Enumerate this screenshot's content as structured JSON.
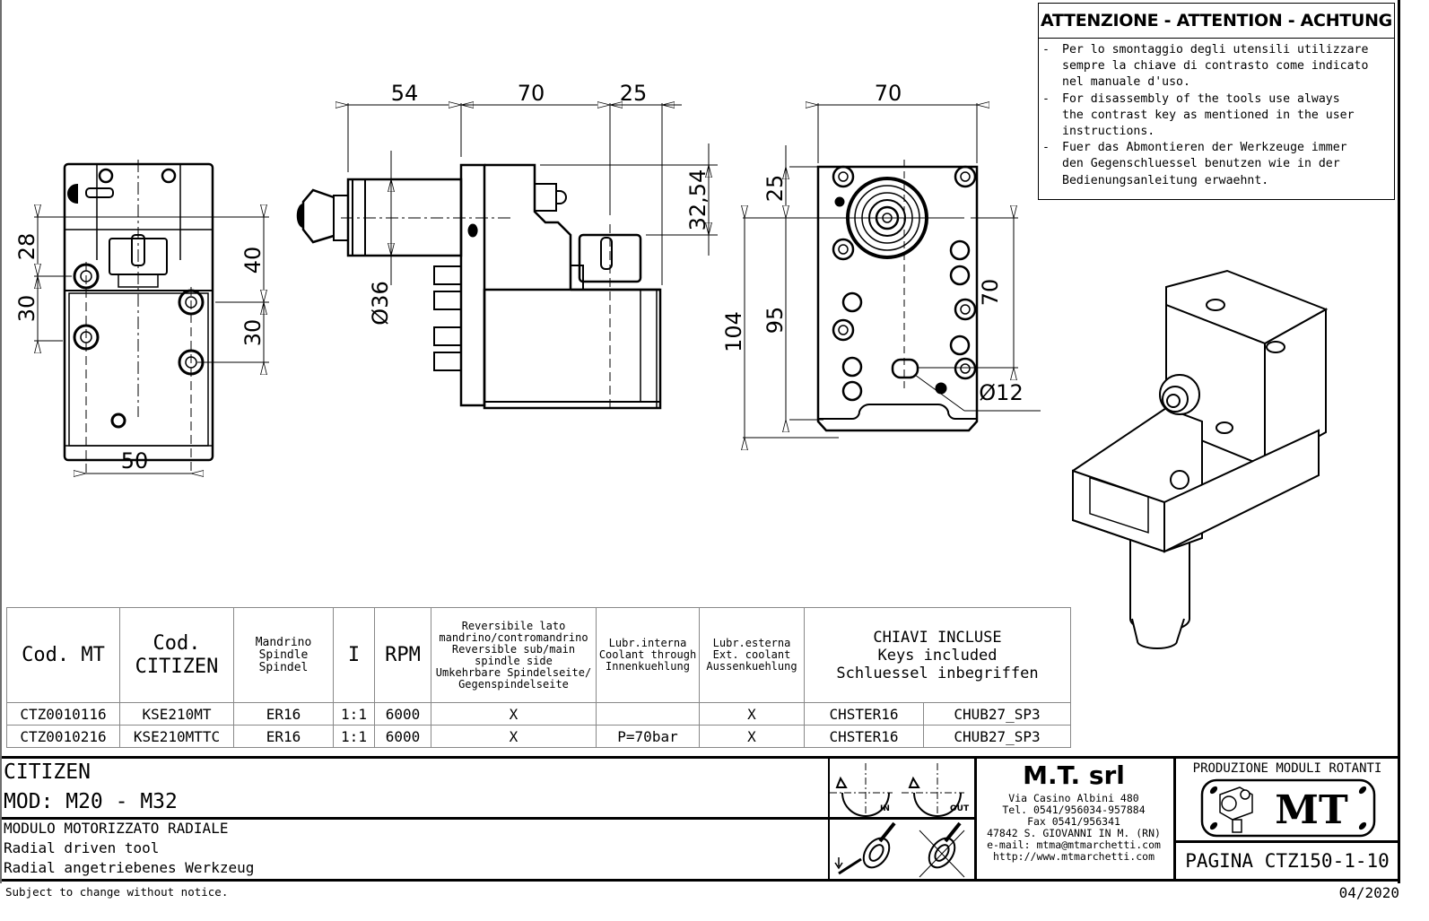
{
  "attention": {
    "title": "ATTENZIONE - ATTENTION - ACHTUNG",
    "items": [
      [
        "- ",
        "Per lo smontaggio degli utensili utilizzare sempre la chiave di contrasto come indicato nel manuale d'uso."
      ],
      [
        "- ",
        "For disassembly of the tools use always the contrast key as mentioned in the user instructions."
      ],
      [
        "- ",
        "Fuer das Abmontieren der Werkzeuge immer den Gegenschluessel benutzen wie in der Bedienungsanleitung erwaehnt."
      ]
    ],
    "lines": [
      "Per lo smontaggio degli utensili utilizzare",
      "sempre la chiave di contrasto come indicato",
      "nel manuale d'uso.",
      "For disassembly of the tools use always",
      "the contrast key as mentioned in the user",
      "instructions.",
      "Fuer das Abmontieren der Werkzeuge immer",
      "den Gegenschluessel benutzen wie in der",
      "Bedienungsanleitung erwaehnt."
    ]
  },
  "dimensions": {
    "front_view": {
      "d28": "28",
      "d30_left": "30",
      "d40": "40",
      "d30_right": "30",
      "d50": "50"
    },
    "side_view": {
      "d54": "54",
      "d70": "70",
      "d25": "25",
      "d32_54": "32,54",
      "d36": "Ø36"
    },
    "rear_view": {
      "d70_top": "70",
      "d25": "25",
      "d104": "104",
      "d95": "95",
      "d70_right": "70",
      "d12": "Ø12"
    }
  },
  "table": {
    "headers": {
      "cod_mt": "Cod. MT",
      "cod_citizen": [
        "Cod.",
        "CITIZEN"
      ],
      "mandrino": [
        "Mandrino",
        "Spindle",
        "Spindel"
      ],
      "ratio": "I",
      "rpm": "RPM",
      "reversible": [
        "Reversibile lato",
        "mandrino/contromandrino",
        "Reversible sub/main",
        "spindle side",
        "Umkehrbare Spindelseite/",
        "Gegenspindelseite"
      ],
      "lubr_interna": [
        "Lubr.interna",
        "Coolant through",
        "Innenkuehlung"
      ],
      "lubr_esterna": [
        "Lubr.esterna",
        "Ext. coolant",
        "Aussenkuehlung"
      ],
      "keys": [
        "CHIAVI INCLUSE",
        "Keys included",
        "Schluessel inbegriffen"
      ]
    },
    "rows": [
      {
        "cod_mt": "CTZ0010116",
        "cod_citizen": "KSE210MT",
        "mandrino": "ER16",
        "ratio": "1:1",
        "rpm": "6000",
        "reversible": "X",
        "lubr_interna": "",
        "lubr_esterna": "X",
        "key1": "CHSTER16",
        "key2": "CHUB27_SP3"
      },
      {
        "cod_mt": "CTZ0010216",
        "cod_citizen": "KSE210MTTC",
        "mandrino": "ER16",
        "ratio": "1:1",
        "rpm": "6000",
        "reversible": "X",
        "lubr_interna": "P=70bar",
        "lubr_esterna": "X",
        "key1": "CHSTER16",
        "key2": "CHUB27_SP3"
      }
    ]
  },
  "title_block": {
    "brand": "CITIZEN",
    "model": "MOD: M20 - M32",
    "desc_it": "MODULO MOTORIZZATO RADIALE",
    "desc_en": "Radial driven tool",
    "desc_de": "Radial angetriebenes Werkzeug",
    "rotation_in": "IN",
    "rotation_out": "OUT",
    "company": "M.T. srl",
    "address": [
      "Via Casino Albini 480",
      "Tel. 0541/956034-957884",
      "Fax 0541/956341",
      "47842 S. GIOVANNI IN M. (RN)",
      "e-mail: mtma@mtmarchetti.com",
      "http://www.mtmarchetti.com"
    ],
    "production": "PRODUZIONE MODULI ROTANTI",
    "logo_text": "MT",
    "page": "PAGINA CTZ150-1-10"
  },
  "footer": {
    "notice": "Subject to change without notice.",
    "date": "04/2020"
  }
}
